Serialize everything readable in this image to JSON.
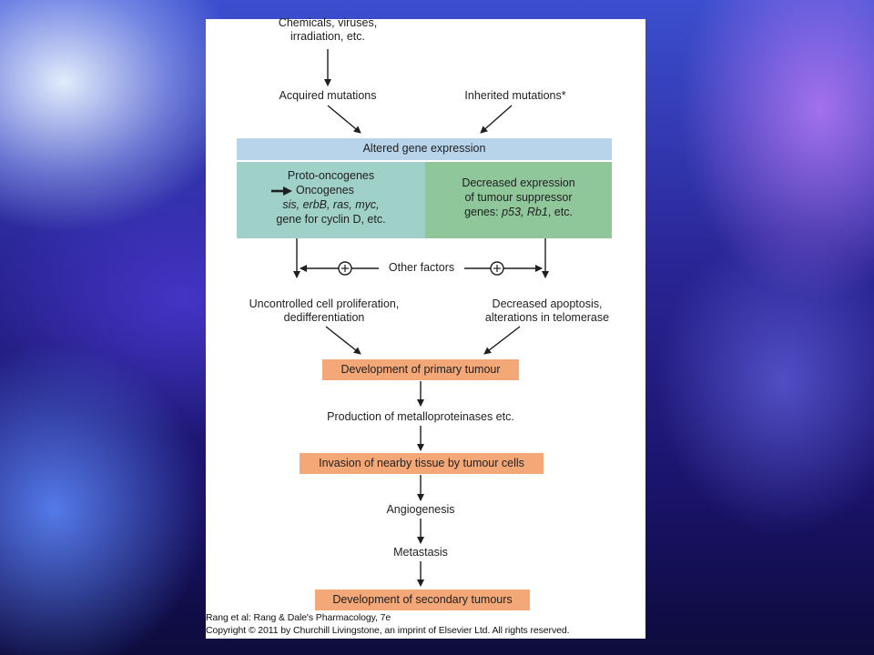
{
  "diagram": {
    "inputs": {
      "chemicals": "Chemicals, viruses,\nirradiation, etc.",
      "acquired": "Acquired mutations",
      "inherited": "Inherited mutations*"
    },
    "altered_band": "Altered gene expression",
    "proto_panel": {
      "line1": "Proto-oncogenes",
      "line2": "Oncogenes",
      "line3": "sis, erbB, ras, myc,",
      "line4": "gene for cyclin D, etc."
    },
    "suppressor_panel": {
      "line1": "Decreased expression",
      "line2": "of tumour suppressor",
      "line3_prefix": "genes: ",
      "line3_genes": "p53, Rb1",
      "line3_suffix": ", etc."
    },
    "other_factors": "Other factors",
    "plus_symbol": "+",
    "proliferation": "Uncontrolled cell proliferation,\ndedifferentiation",
    "apoptosis": "Decreased apoptosis,\nalterations in telomerase",
    "primary_tumour": "Development of primary tumour",
    "metalloproteinases": "Production of metalloproteinases etc.",
    "invasion": "Invasion of nearby tissue by tumour cells",
    "angiogenesis": "Angiogenesis",
    "metastasis": "Metastasis",
    "secondary_tumours": "Development of secondary tumours"
  },
  "credits": {
    "source": "Rang et al: Rang & Dale's Pharmacology, 7e",
    "copyright": "Copyright © 2011 by Churchill Livingstone, an imprint of Elsevier Ltd. All rights reserved."
  },
  "colors": {
    "band": "#b7d4ea",
    "proto_panel": "#9fd1c8",
    "suppressor_panel": "#8fc79a",
    "tumour_box": "#f4a877"
  }
}
